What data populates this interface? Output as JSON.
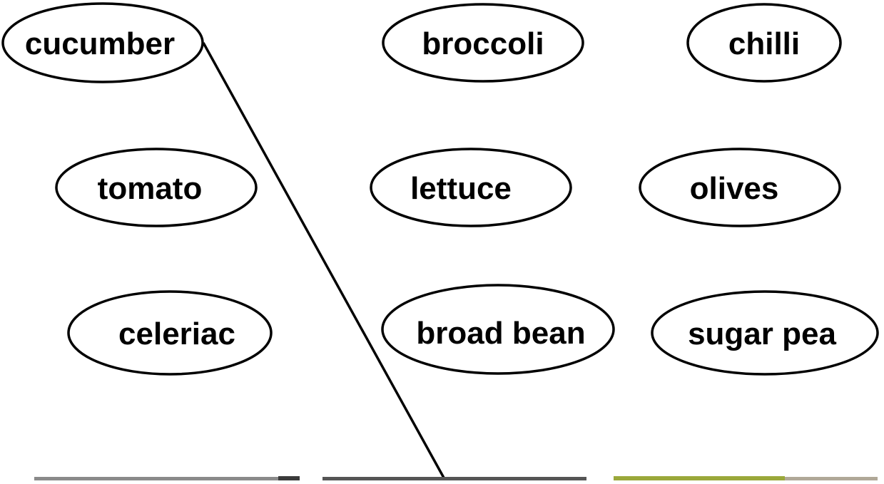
{
  "words": {
    "cucumber": "cucumber",
    "broccoli": "broccoli",
    "chilli": "chilli",
    "tomato": "tomato",
    "lettuce": "lettuce",
    "olives": "olives",
    "celeriac": "celeriac",
    "broad_bean": "broad bean",
    "sugar_pea": "sugar pea"
  },
  "connection": {
    "from": "cucumber",
    "to": "picture-2"
  },
  "colors": {
    "ink": "#000000",
    "background": "#ffffff"
  }
}
